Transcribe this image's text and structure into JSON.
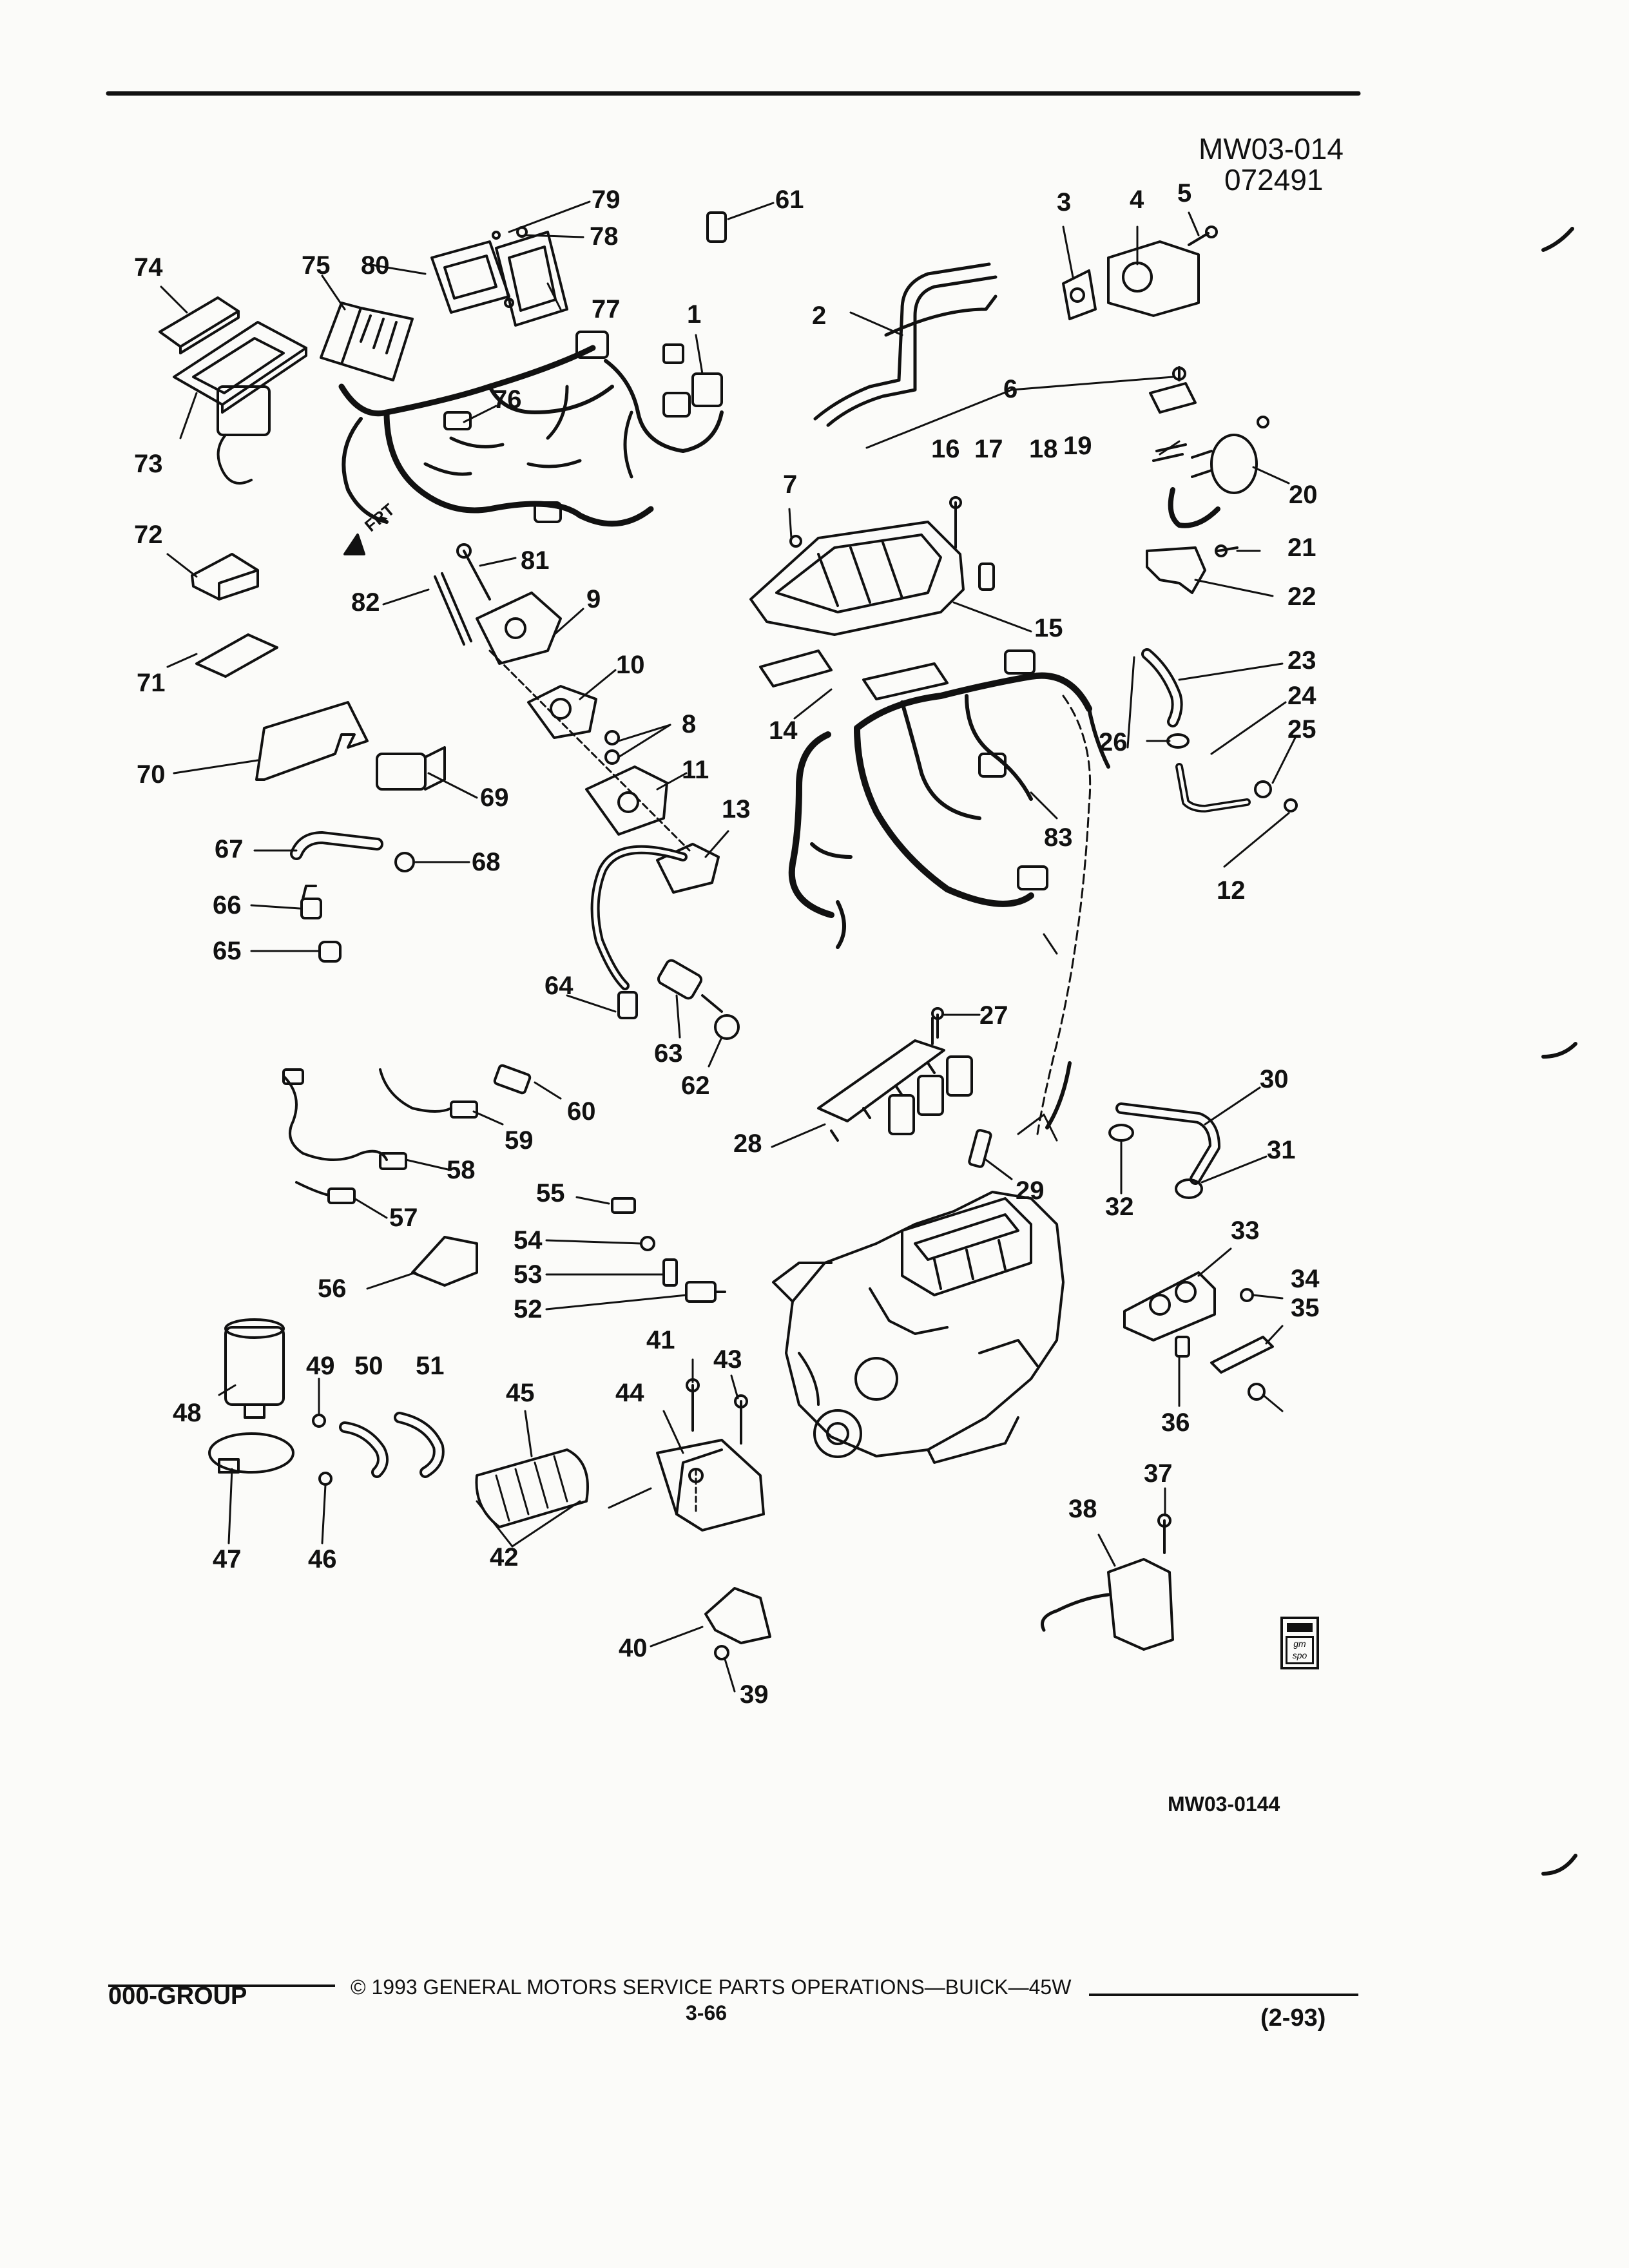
{
  "figure": {
    "id": "MW03-014",
    "date": "072491",
    "reference": "MW03-0144",
    "orientation_label": "FRT"
  },
  "callouts": [
    "1",
    "2",
    "3",
    "4",
    "5",
    "6",
    "7",
    "8",
    "9",
    "10",
    "11",
    "12",
    "13",
    "14",
    "15",
    "16",
    "17",
    "18",
    "19",
    "20",
    "21",
    "22",
    "23",
    "24",
    "25",
    "26",
    "27",
    "28",
    "29",
    "30",
    "31",
    "32",
    "33",
    "34",
    "35",
    "36",
    "37",
    "38",
    "39",
    "40",
    "41",
    "42",
    "43",
    "44",
    "45",
    "46",
    "47",
    "48",
    "49",
    "50",
    "51",
    "52",
    "53",
    "54",
    "55",
    "56",
    "57",
    "58",
    "59",
    "60",
    "61",
    "62",
    "63",
    "64",
    "65",
    "66",
    "67",
    "68",
    "69",
    "70",
    "71",
    "72",
    "73",
    "74",
    "75",
    "76",
    "77",
    "78",
    "79",
    "80",
    "81",
    "82",
    "83"
  ],
  "footer": {
    "group": "000-GROUP",
    "copyright": "©  1993  GENERAL MOTORS SERVICE PARTS OPERATIONS—BUICK—45W",
    "page": "3-66",
    "revision": "(2-93)"
  },
  "logo": {
    "text": "gm spo"
  }
}
